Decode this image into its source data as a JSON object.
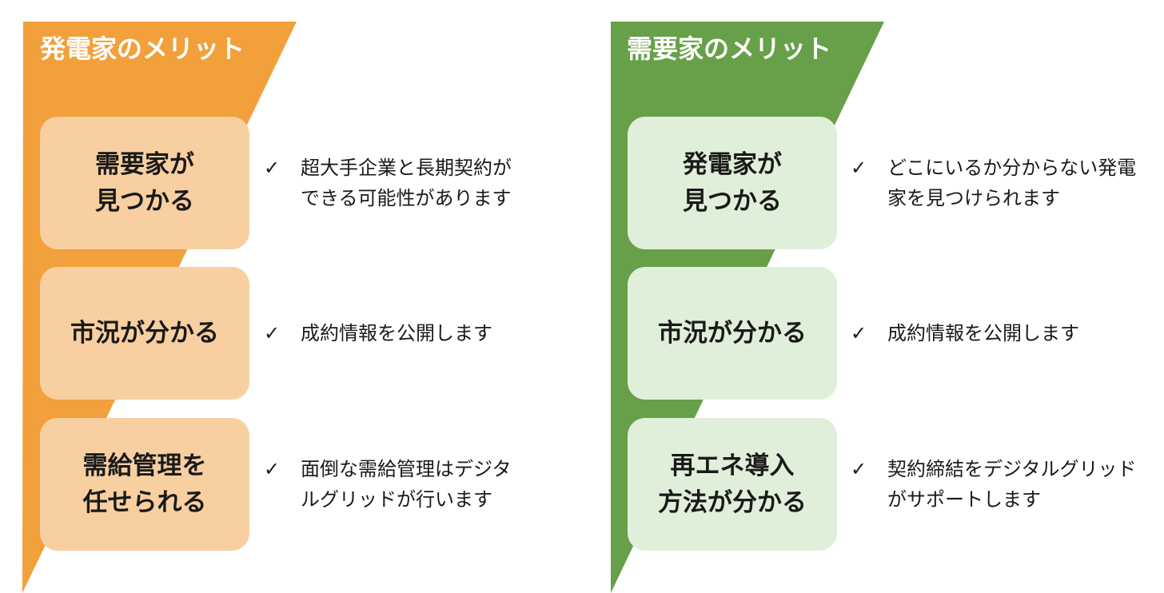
{
  "colors": {
    "orange_banner": "#f2a03c",
    "orange_box": "#f8cfa0",
    "green_banner": "#67a048",
    "green_box": "#e0efd9",
    "text": "#1a1a1a"
  },
  "icons": {
    "check": "✓"
  },
  "left": {
    "title": "発電家のメリット",
    "items": [
      {
        "box_lines": [
          "需要家が",
          "見つかる"
        ],
        "desc_lines": [
          "超大手企業と長期契約が",
          "できる可能性があります"
        ]
      },
      {
        "box_lines": [
          "市況が分かる"
        ],
        "desc_lines": [
          "成約情報を公開します"
        ]
      },
      {
        "box_lines": [
          "需給管理を",
          "任せられる"
        ],
        "desc_lines": [
          "面倒な需給管理はデジタ",
          "ルグリッドが行います"
        ]
      }
    ]
  },
  "right": {
    "title": "需要家のメリット",
    "items": [
      {
        "box_lines": [
          "発電家が",
          "見つかる"
        ],
        "desc_lines": [
          "どこにいるか分からない発電",
          "家を見つけられます"
        ]
      },
      {
        "box_lines": [
          "市況が分かる"
        ],
        "desc_lines": [
          "成約情報を公開します"
        ]
      },
      {
        "box_lines": [
          "再エネ導入",
          "方法が分かる"
        ],
        "desc_lines": [
          "契約締結をデジタルグリッド",
          "がサポートします"
        ]
      }
    ]
  }
}
